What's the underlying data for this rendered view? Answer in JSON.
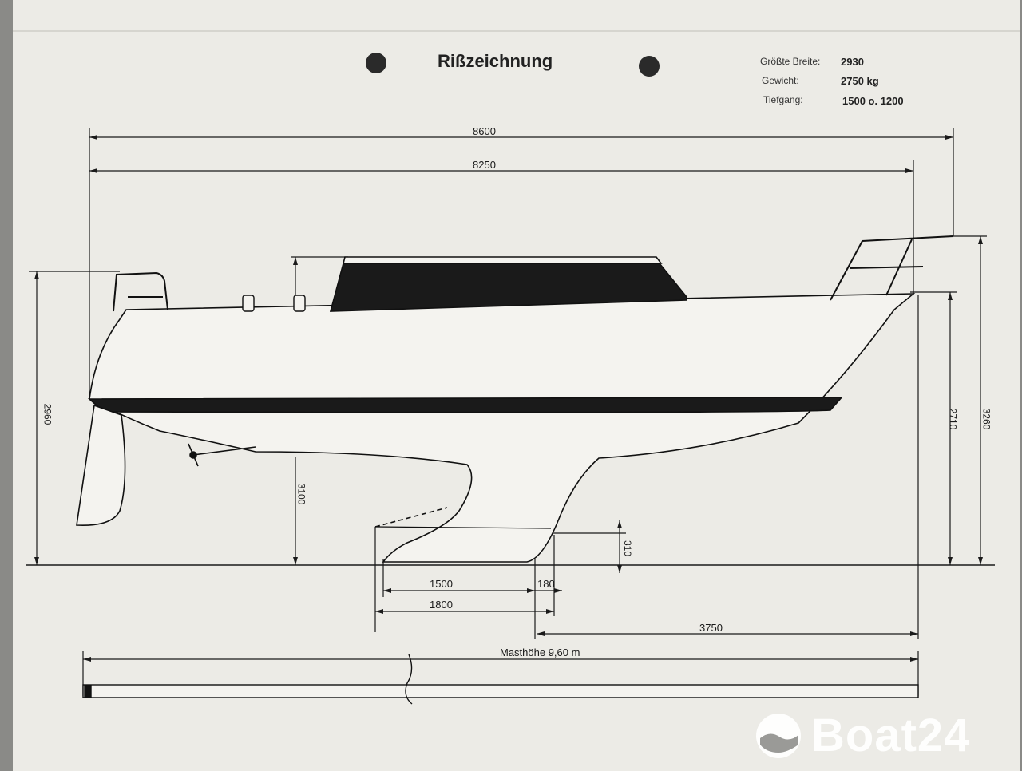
{
  "title": "Rißzeichnung",
  "specs": [
    {
      "label": "Größte Breite:",
      "value": "2930"
    },
    {
      "label": "Gewicht:",
      "value": "2750 kg"
    },
    {
      "label": "Tiefgang:",
      "value": "1500 o. 1200"
    }
  ],
  "dimensions": {
    "overall_length": "8600",
    "hull_length": "8250",
    "stern_height": "2960",
    "keel_depth": "3100",
    "bow_height": "2710",
    "pulpit_height": "3260",
    "keel_step": "310",
    "keel_1500": "1500",
    "keel_180": "180",
    "keel_1800": "1800",
    "bow_to_keel": "3750"
  },
  "mast": {
    "label": "Masthöhe 9,60 m"
  },
  "watermark": {
    "text": "Boat24",
    "icon": "boat24-logo-icon"
  }
}
